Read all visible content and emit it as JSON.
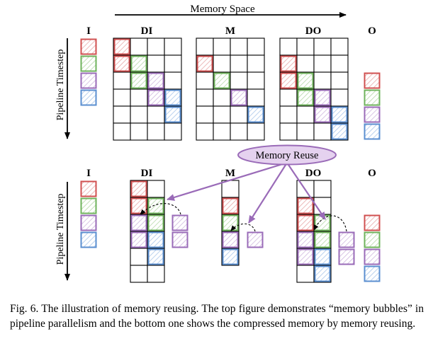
{
  "top_axis_label": "Memory Space",
  "side_axis_label": "Pipeline Timestep",
  "columns": [
    "I",
    "DI",
    "M",
    "DO",
    "O"
  ],
  "callout_label": "Memory Reuse",
  "caption": "Fig. 6.   The illustration of memory reusing. The top figure demonstrates “memory bubbles” in pipeline parallelism and the bottom one shows the compressed memory by memory reusing.",
  "colors": {
    "red": "#d05050",
    "green": "#6fb35c",
    "purple": "#9a6bb8",
    "blue": "#5b8fd0",
    "callout_fill": "#e5d2ef",
    "callout_stroke": "#9a6bb8",
    "arrow": "#9a6bb8"
  }
}
